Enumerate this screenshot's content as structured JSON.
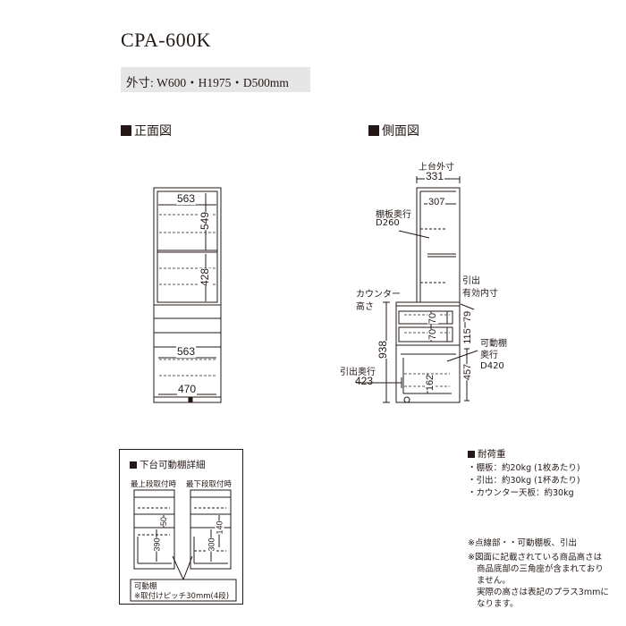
{
  "model": "CPA-600K",
  "spec": "外寸: W600・H1975・D500mm",
  "front_view": {
    "title": "正面図",
    "dims": {
      "top_width": "563",
      "upper_shelf": "549",
      "lower_shelf": "428",
      "lower_width": "563",
      "bottom_width": "470"
    }
  },
  "side_view": {
    "title": "側面図",
    "upper_outer_label": "上台外寸",
    "upper_outer": "331",
    "inner_depth": "307",
    "shelf_depth_label": "棚板奥行",
    "shelf_depth": "D260",
    "counter_height_label": "カウンター\n高さ",
    "counter_height": "938",
    "drawer_depth_label": "引出\n有効内寸",
    "drawer_heights": [
      "70",
      "70"
    ],
    "drawer_outer": [
      "79",
      "115"
    ],
    "movable_shelf_label": "可動棚\n奥行",
    "movable_shelf_depth": "D420",
    "drawer_out_label": "引出奥行",
    "drawer_out": "423",
    "lower_inner": "162",
    "lower_height": "457"
  },
  "detail": {
    "title": "下台可動棚詳細",
    "top_label": "最上段取付時",
    "bottom_label": "最下段取付時",
    "left_dims": [
      "390",
      "50"
    ],
    "right_dims": [
      "300",
      "140"
    ],
    "note_line1": "可動棚",
    "note_line2": "※取付けピッチ30mm(4段)"
  },
  "load": {
    "title": "耐荷重",
    "items": [
      "・棚板：約20kg (1枚あたり)",
      "・引出：約30kg (1杯あたり)",
      "・カウンター天板：約30kg"
    ]
  },
  "notes": [
    "※点線部・・可動棚板、引出",
    "※図面に記載されている商品高さは",
    "商品底部の三角座が含まれておりません。",
    "実際の高さは表記のプラス3mmになります。"
  ],
  "notes_lines": {
    "line1": "※点線部・・可動棚板、引出",
    "line2": "※図面に記載されている商品高さは",
    "line3": "商品底部の三角座が含まれており",
    "line4": "ません。",
    "line5": "実際の高さは表記のプラス3mmに",
    "line6": "なります。"
  }
}
